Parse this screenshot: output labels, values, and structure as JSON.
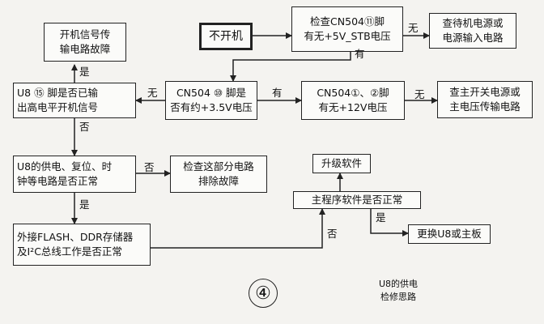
{
  "nodes": {
    "no_power": "不开机",
    "check_cn504_pin11": "检查CN504⑪脚\n有无+5V_STB电压",
    "check_standby_power": "查待机电源或\n电源输入电路",
    "cn504_pin10": "CN504 ⑩ 脚是\n否有约+3.5V电压",
    "cn504_pin1_2": "CN504①、②脚\n有无+12V电压",
    "check_main_switch": "查主开关电源或\n主电压传输电路",
    "u8_pin115": "U8 ⑮ 脚是否已输\n出高电平开机信号",
    "power_signal_fault": "开机信号传\n输电路故障",
    "u8_supply_reset_clock": "U8的供电、复位、时\n钟等电路是否正常",
    "check_this_circuit": "检查这部分电路\n排除故障",
    "flash_ddr_i2c": "外接FLASH、DDR存储器\n及I²C总线工作是否正常",
    "main_program_ok": "主程序软件是否正常",
    "upgrade_software": "升级软件",
    "replace_u8": "更换U8或主板"
  },
  "labels": {
    "no": "无",
    "yes": "有",
    "is": "是",
    "not": "否"
  },
  "page_number": "④",
  "caption": "U8的供电\n检修思路"
}
